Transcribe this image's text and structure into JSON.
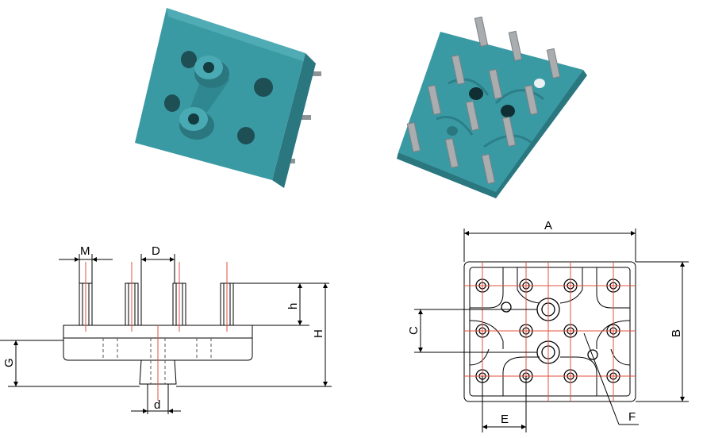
{
  "colors": {
    "plate": "#3a9aa4",
    "plate_dark": "#2a7780",
    "plate_light": "#5db7bf",
    "steel": "#a9adb0",
    "drawing_line": "#000000",
    "center_line": "#e0503f",
    "hidden_line": "#555555"
  },
  "photos": {
    "front_view": "plate-front-photo",
    "back_view": "plate-back-photo-with-studs"
  },
  "side_view": {
    "labels": {
      "M": "M",
      "D": "D",
      "h": "h",
      "H": "H",
      "G": "G",
      "d": "d"
    }
  },
  "top_view": {
    "labels": {
      "A": "A",
      "B": "B",
      "C": "C",
      "E": "E",
      "F": "F"
    }
  }
}
